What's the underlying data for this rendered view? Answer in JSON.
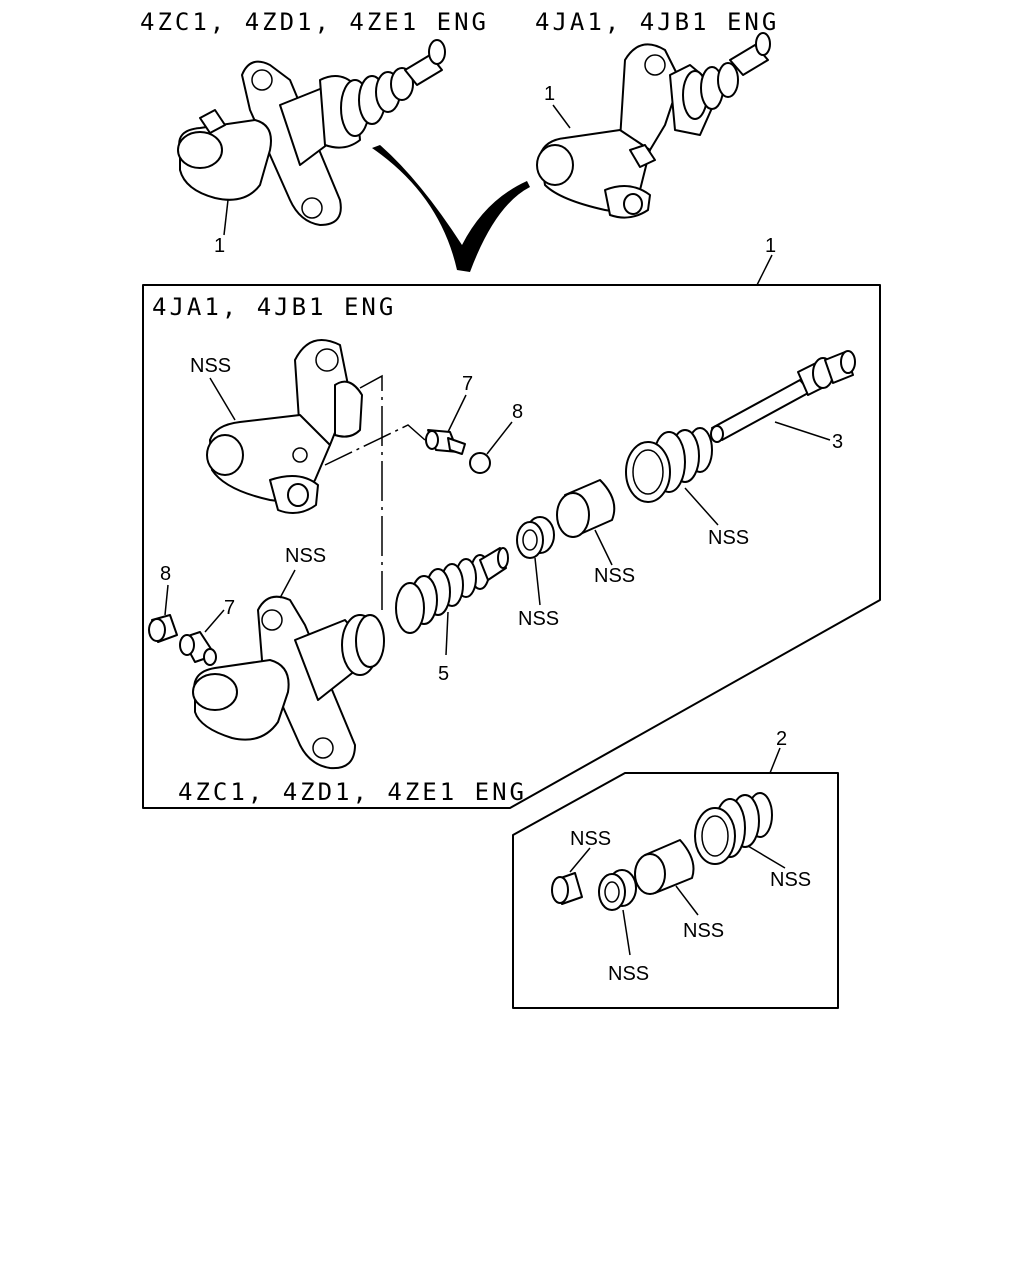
{
  "headers": {
    "top_left": "4ZC1, 4ZD1, 4ZE1 ENG",
    "top_right": "4JA1, 4JB1 ENG",
    "box1_top": "4JA1, 4JB1 ENG",
    "box1_bottom": "4ZC1, 4ZD1, 4ZE1 ENG"
  },
  "callouts": {
    "top_left_1": "1",
    "top_right_1": "1",
    "box1_ref": "1",
    "item_3": "3",
    "item_5": "5",
    "item_7_top": "7",
    "item_8_top": "8",
    "item_7_bottom": "7",
    "item_8_bottom": "8",
    "nss_upper_body": "NSS",
    "nss_lower_body": "NSS",
    "nss_boot": "NSS",
    "nss_piston": "NSS",
    "nss_seal": "NSS",
    "box2_ref": "2",
    "box2_nss_bushing": "NSS",
    "box2_nss_seal": "NSS",
    "box2_nss_piston": "NSS",
    "box2_nss_boot": "NSS"
  }
}
